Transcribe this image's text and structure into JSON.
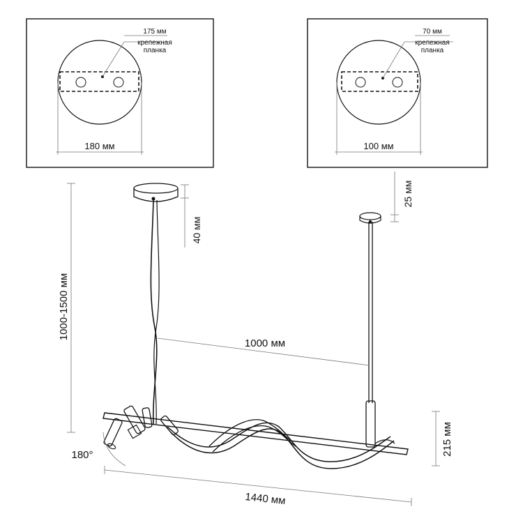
{
  "mount_left": {
    "distance_label": "175 мм",
    "bracket_label_line1": "крепежная",
    "bracket_label_line2": "планка",
    "diameter_label": "180 мм"
  },
  "mount_right": {
    "distance_label": "70 мм",
    "bracket_label_line1": "крепежная",
    "bracket_label_line2": "планка",
    "diameter_label": "100 мм"
  },
  "dimensions": {
    "height_range": "1000-1500 мм",
    "canopy_left_height": "40 мм",
    "canopy_right_height": "25 мм",
    "suspension_span": "1000 мм",
    "body_height": "215 мм",
    "total_length": "1440 мм",
    "rotation": "180°"
  }
}
